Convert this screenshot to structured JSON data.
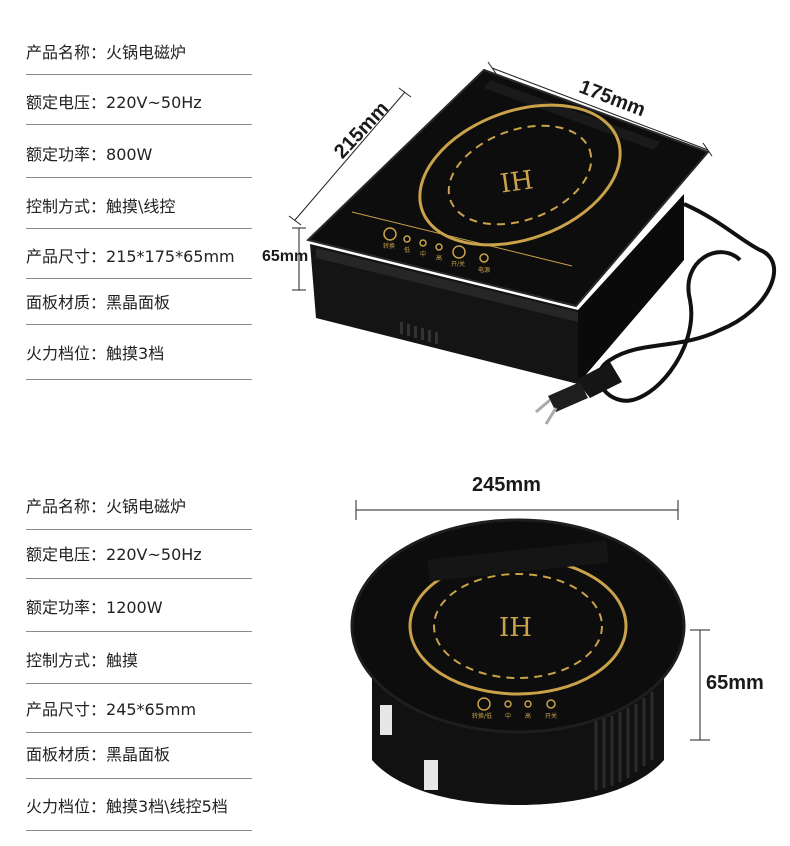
{
  "product1": {
    "specs": [
      {
        "label": "产品名称：",
        "value": "火锅电磁炉"
      },
      {
        "label": "额定电压：",
        "value": "220V~50Hz"
      },
      {
        "label": "额定功率：",
        "value": "800W"
      },
      {
        "label": "控制方式：",
        "value": "触摸\\线控"
      },
      {
        "label": "产品尺寸：",
        "value": "215*175*65mm"
      },
      {
        "label": "面板材质：",
        "value": "黑晶面板"
      },
      {
        "label": "火力档位：",
        "value": "触摸3档"
      }
    ],
    "dims": {
      "width": "175mm",
      "depth": "215mm",
      "height": "65mm"
    },
    "logo": "IH",
    "button_labels": [
      "转换",
      "低",
      "中",
      "高",
      "开/关",
      "电源"
    ]
  },
  "product2": {
    "specs": [
      {
        "label": "产品名称：",
        "value": "火锅电磁炉"
      },
      {
        "label": "额定电压：",
        "value": "220V~50Hz"
      },
      {
        "label": "额定功率：",
        "value": "1200W"
      },
      {
        "label": "控制方式：",
        "value": "触摸"
      },
      {
        "label": "产品尺寸：",
        "value": "245*65mm"
      },
      {
        "label": "面板材质：",
        "value": "黑晶面板"
      },
      {
        "label": "火力档位：",
        "value": "触摸3档\\线控5档"
      }
    ],
    "dims": {
      "diameter": "245mm",
      "height": "65mm"
    },
    "logo": "IH",
    "button_labels": [
      "转换/低",
      "中",
      "高",
      "开关"
    ]
  },
  "colors": {
    "ring": "#c9a24a",
    "body": "#0d0d0d"
  }
}
